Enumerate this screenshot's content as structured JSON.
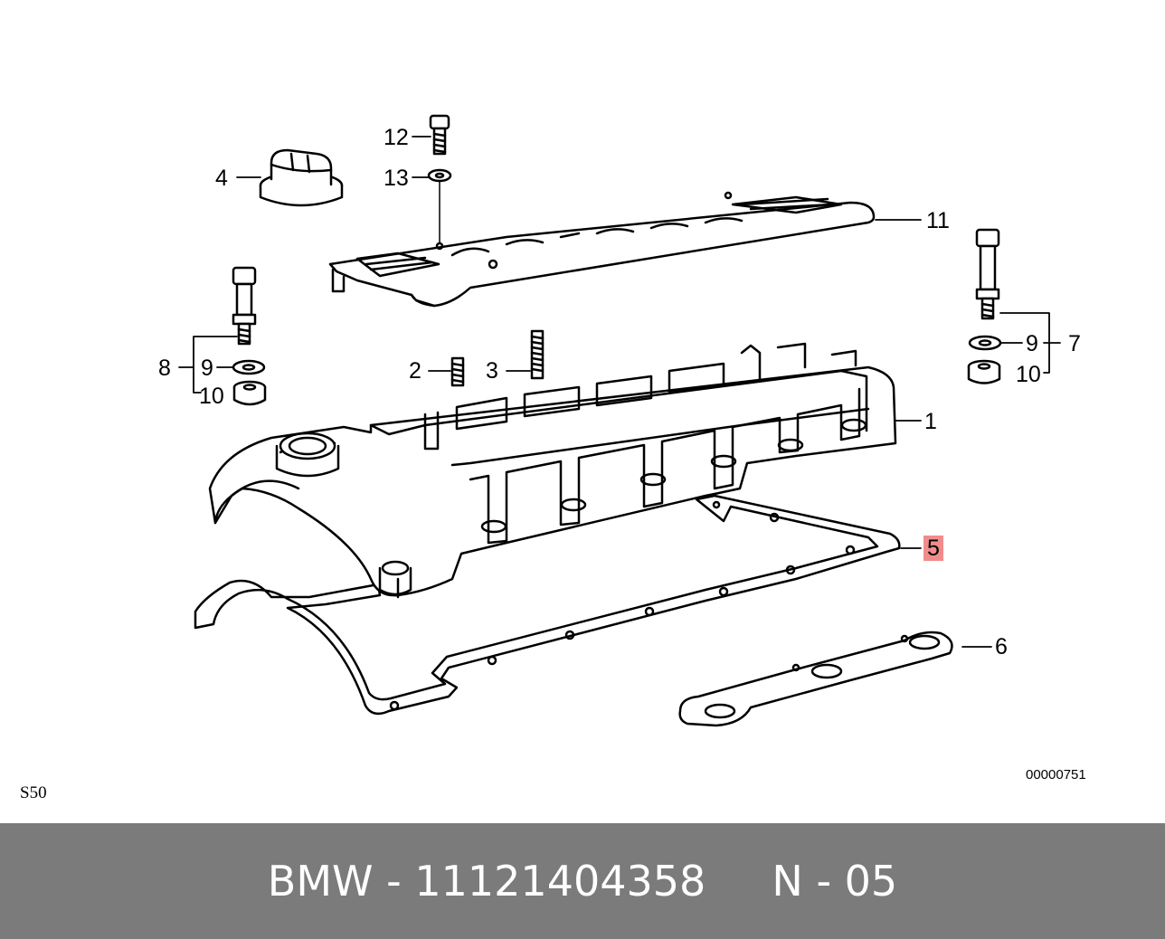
{
  "callouts": [
    {
      "id": "1",
      "label": "1"
    },
    {
      "id": "2",
      "label": "2"
    },
    {
      "id": "3",
      "label": "3"
    },
    {
      "id": "4",
      "label": "4"
    },
    {
      "id": "5",
      "label": "5"
    },
    {
      "id": "6",
      "label": "6"
    },
    {
      "id": "7",
      "label": "7"
    },
    {
      "id": "8",
      "label": "8"
    },
    {
      "id": "9a",
      "label": "9"
    },
    {
      "id": "9b",
      "label": "9"
    },
    {
      "id": "10a",
      "label": "10"
    },
    {
      "id": "10b",
      "label": "10"
    },
    {
      "id": "11",
      "label": "11"
    },
    {
      "id": "12",
      "label": "12"
    },
    {
      "id": "13",
      "label": "13"
    }
  ],
  "highlight_color": "#f08c8c",
  "model_code": "S50",
  "figure_id": "00000751",
  "footer": {
    "text": "BMW - 11121404358     N - 05",
    "background": "#7b7b7b"
  }
}
